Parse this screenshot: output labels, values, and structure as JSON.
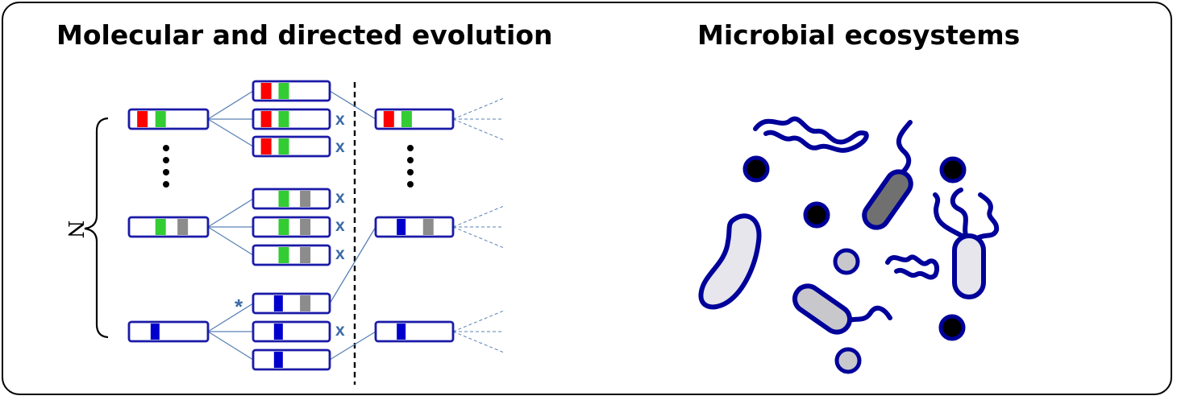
{
  "titles": {
    "left": "Molecular and directed evolution",
    "right": "Microbial ecosystems"
  },
  "labels": {
    "population_size": "N",
    "discarded_mark": "x",
    "beneficial_mark": "*"
  },
  "colors": {
    "outline": "#1a1aa8",
    "line": "#5a82b4",
    "mark_blue": "#3a6aa8",
    "red": "#ff0000",
    "green": "#33cc33",
    "gray": "#8c8c8c",
    "blue_band": "#0000cc",
    "microbe_fill_light": "#e6e6ec",
    "microbe_fill_mid": "#c8c8cc",
    "microbe_fill_dark": "#707070",
    "microbe_dot": "#000000"
  },
  "genome_bands": {
    "parent_top": [
      "red",
      "green"
    ],
    "parent_mid": [
      "green",
      "gray"
    ],
    "parent_bottom": [
      "blue"
    ],
    "offspring_top": [
      [
        "red",
        "green"
      ],
      [
        "red",
        "green"
      ],
      [
        "red",
        "green"
      ]
    ],
    "offspring_mid": [
      [
        "green",
        "gray"
      ],
      [
        "green",
        "gray"
      ],
      [
        "green",
        "gray"
      ]
    ],
    "offspring_bottom": [
      [
        "blue",
        "gray"
      ],
      [
        "blue"
      ],
      [
        "blue"
      ]
    ],
    "next_gen": [
      [
        "red",
        "green"
      ],
      [
        "blue",
        "gray"
      ],
      [
        "blue"
      ]
    ]
  }
}
